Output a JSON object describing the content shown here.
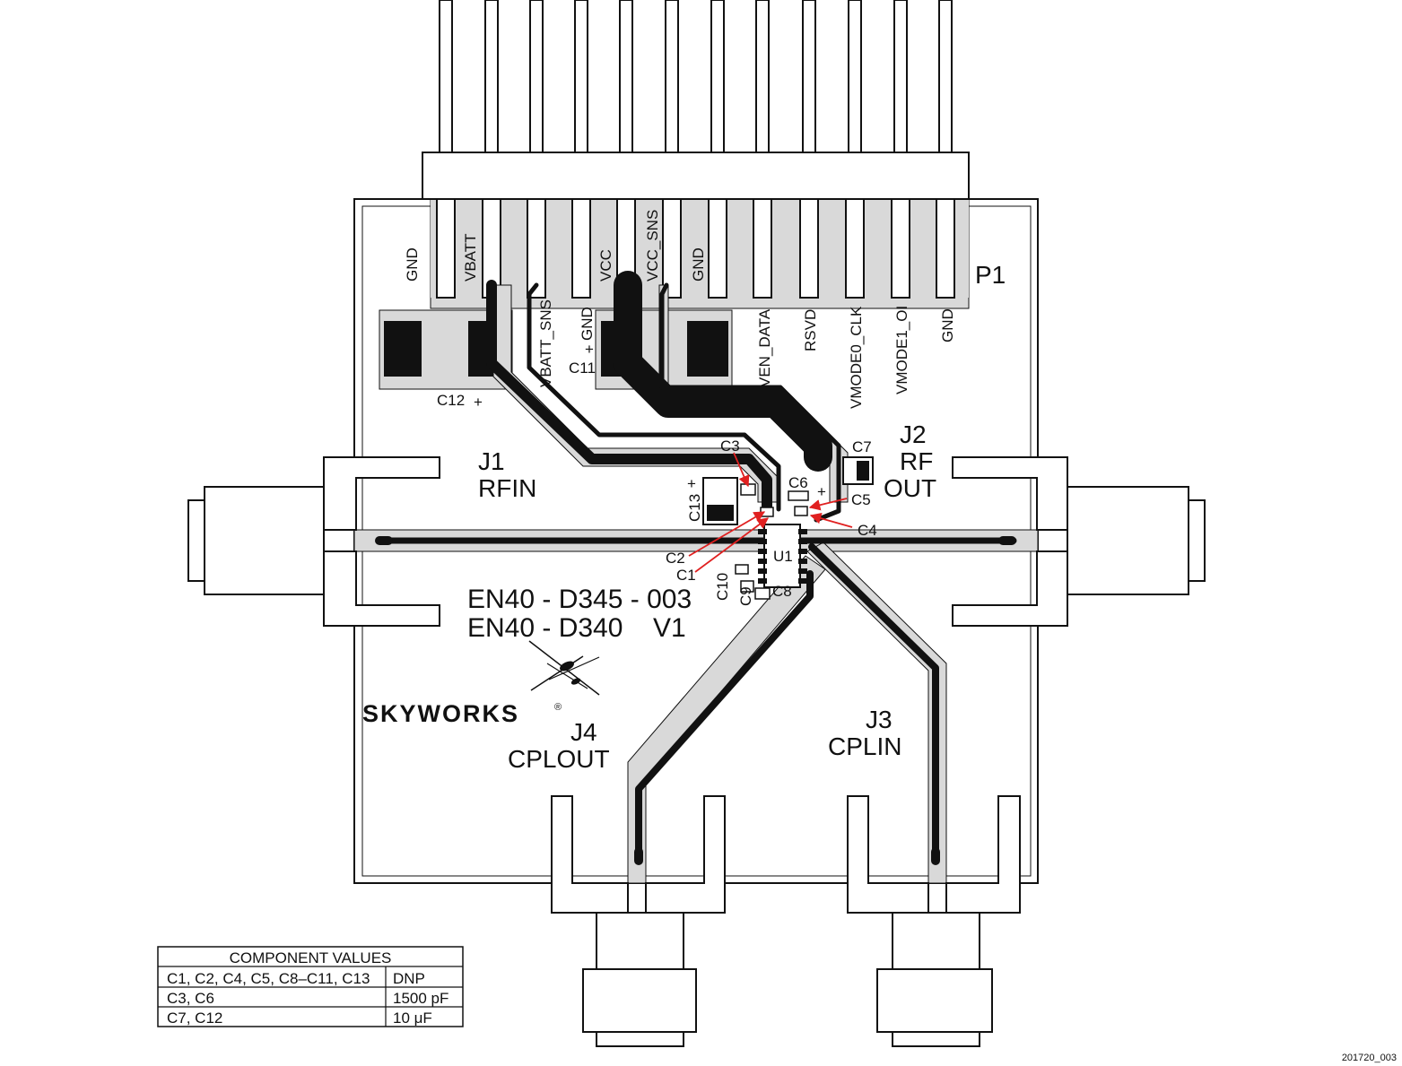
{
  "connector": {
    "ref": "P1",
    "pins_top": [
      "GND",
      "VBATT",
      "VCC",
      "VCC_SNS",
      "GND"
    ],
    "pins_bottom": [
      "VBATT_SNS",
      "GND",
      "VEN_DATA",
      "RSVD",
      "VMODE0_CLK",
      "VMODE1_OI",
      "GND"
    ]
  },
  "ports": {
    "j1": {
      "ref": "J1",
      "name": "RFIN"
    },
    "j2": {
      "ref": "J2",
      "name1": "RF",
      "name2": "OUT"
    },
    "j3": {
      "ref": "J3",
      "name": "CPLIN"
    },
    "j4": {
      "ref": "J4",
      "name": "CPLOUT"
    }
  },
  "components": {
    "c1": "C1",
    "c2": "C2",
    "c3": "C3",
    "c4": "C4",
    "c5": "C5",
    "c6": "C6",
    "c7": "C7",
    "c8": "C8",
    "c9": "C9",
    "c10": "C10",
    "c11": "C11",
    "c12": "C12",
    "c13": "C13",
    "u1": "U1",
    "plus": "+"
  },
  "board": {
    "part_line1": "EN40 - D345 - 003",
    "part_line2_a": "EN40 - D340",
    "part_line2_b": "V1",
    "brand": "SKYWORKS",
    "brand_mark": "®"
  },
  "table": {
    "title": "COMPONENT VALUES",
    "rows": [
      {
        "refs": "C1, C2, C4, C5, C8–C11, C13",
        "value": "DNP"
      },
      {
        "refs": "C3, C6",
        "value": "1500 pF"
      },
      {
        "refs": "C7, C12",
        "value": "10 μF"
      }
    ]
  },
  "figure_id": "201720_003",
  "colors": {
    "trace": "#111111",
    "copper": "#d9d9d9",
    "outline": "#111111",
    "arrow": "#e02020"
  }
}
